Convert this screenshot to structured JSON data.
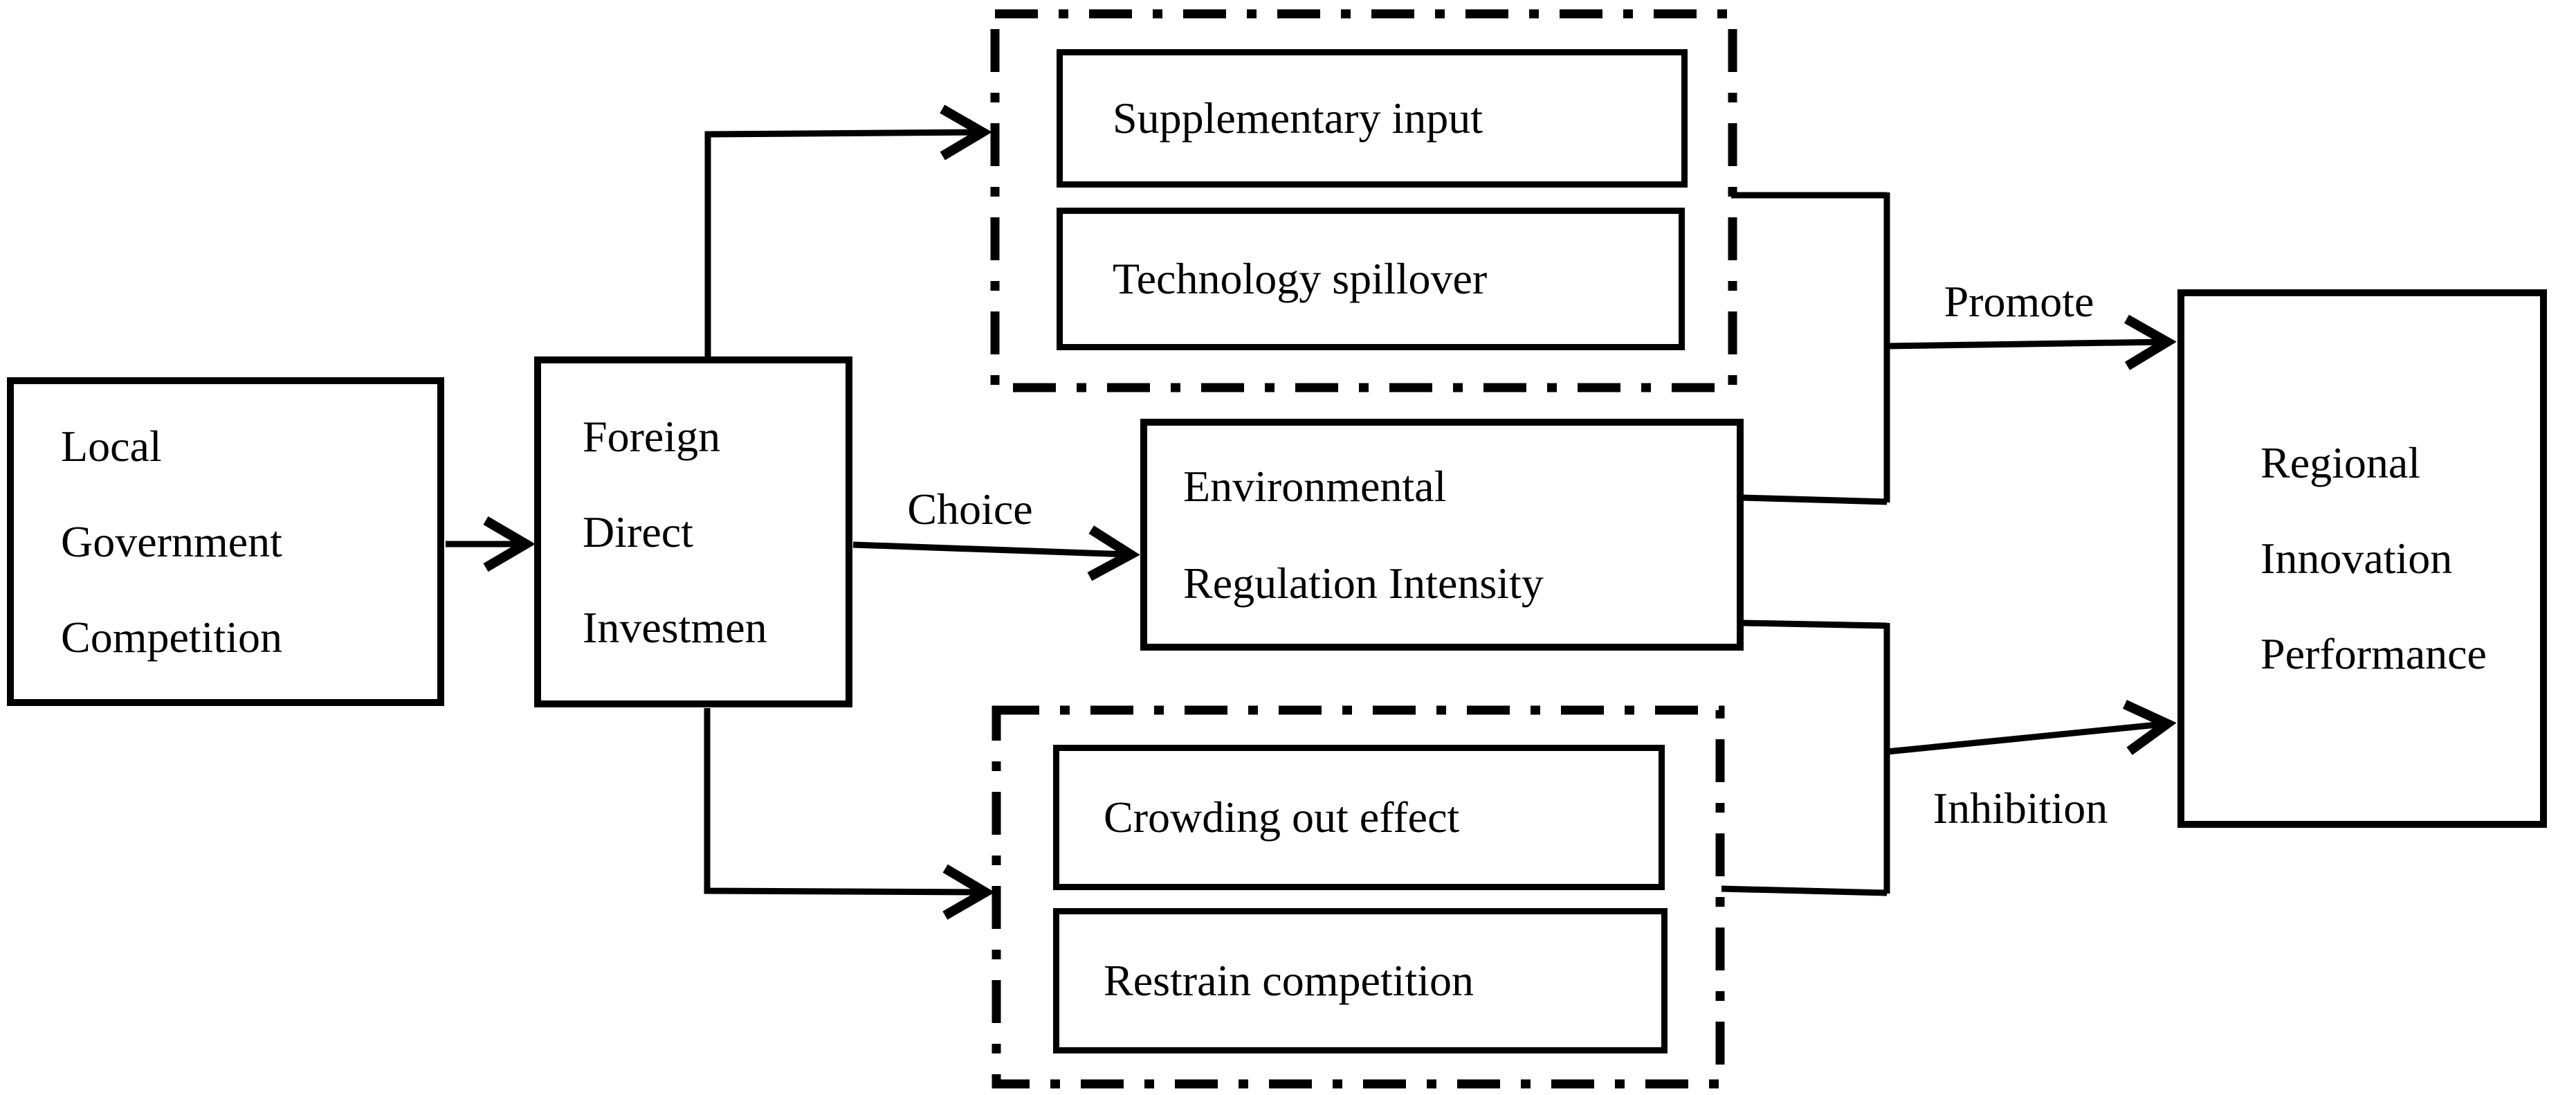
{
  "diagram": {
    "nodes": {
      "lgc": {
        "lines": [
          "Local",
          "Government",
          "Competition"
        ]
      },
      "fdi": {
        "lines": [
          "Foreign",
          "Direct",
          "Investmen"
        ]
      },
      "supplementary": {
        "label": "Supplementary input"
      },
      "spillover": {
        "label": "Technology spillover"
      },
      "eri": {
        "lines": [
          "Environmental",
          "Regulation Intensity"
        ]
      },
      "crowding": {
        "label": "Crowding out effect"
      },
      "restrain": {
        "label": "Restrain competition"
      },
      "rip": {
        "lines": [
          "Regional",
          "Innovation",
          "Performance"
        ]
      }
    },
    "edge_labels": {
      "choice": "Choice",
      "promote": "Promote",
      "inhibition": "Inhibition"
    },
    "colors": {
      "ink": "#000000",
      "background": "#ffffff"
    }
  }
}
